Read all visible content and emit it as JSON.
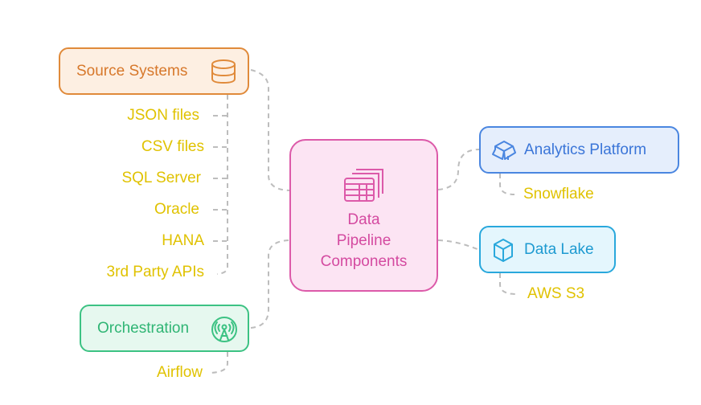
{
  "diagram": {
    "center": {
      "label_lines": [
        "Data",
        "Pipeline",
        "Components"
      ],
      "icon": "layered-table-icon",
      "color": "#dc5aa9"
    },
    "branches": [
      {
        "id": "source-systems",
        "label": "Source Systems",
        "icon": "database-icon",
        "color": "#e08a3a",
        "children": [
          "JSON files",
          "CSV files",
          "SQL Server",
          "Oracle",
          "HANA",
          "3rd Party APIs"
        ]
      },
      {
        "id": "orchestration",
        "label": "Orchestration",
        "icon": "broadcast-tower-icon",
        "color": "#3cc283",
        "children": [
          "Airflow"
        ]
      },
      {
        "id": "analytics-platform",
        "label": "Analytics Platform",
        "icon": "open-box-icon",
        "color": "#4a86e0",
        "children": [
          "Snowflake"
        ]
      },
      {
        "id": "data-lake",
        "label": "Data Lake",
        "icon": "cube-icon",
        "color": "#29a8dc",
        "children": [
          "AWS S3"
        ]
      }
    ],
    "leaf_color": "#e0c200",
    "connector_color": "#bdbdbd"
  }
}
